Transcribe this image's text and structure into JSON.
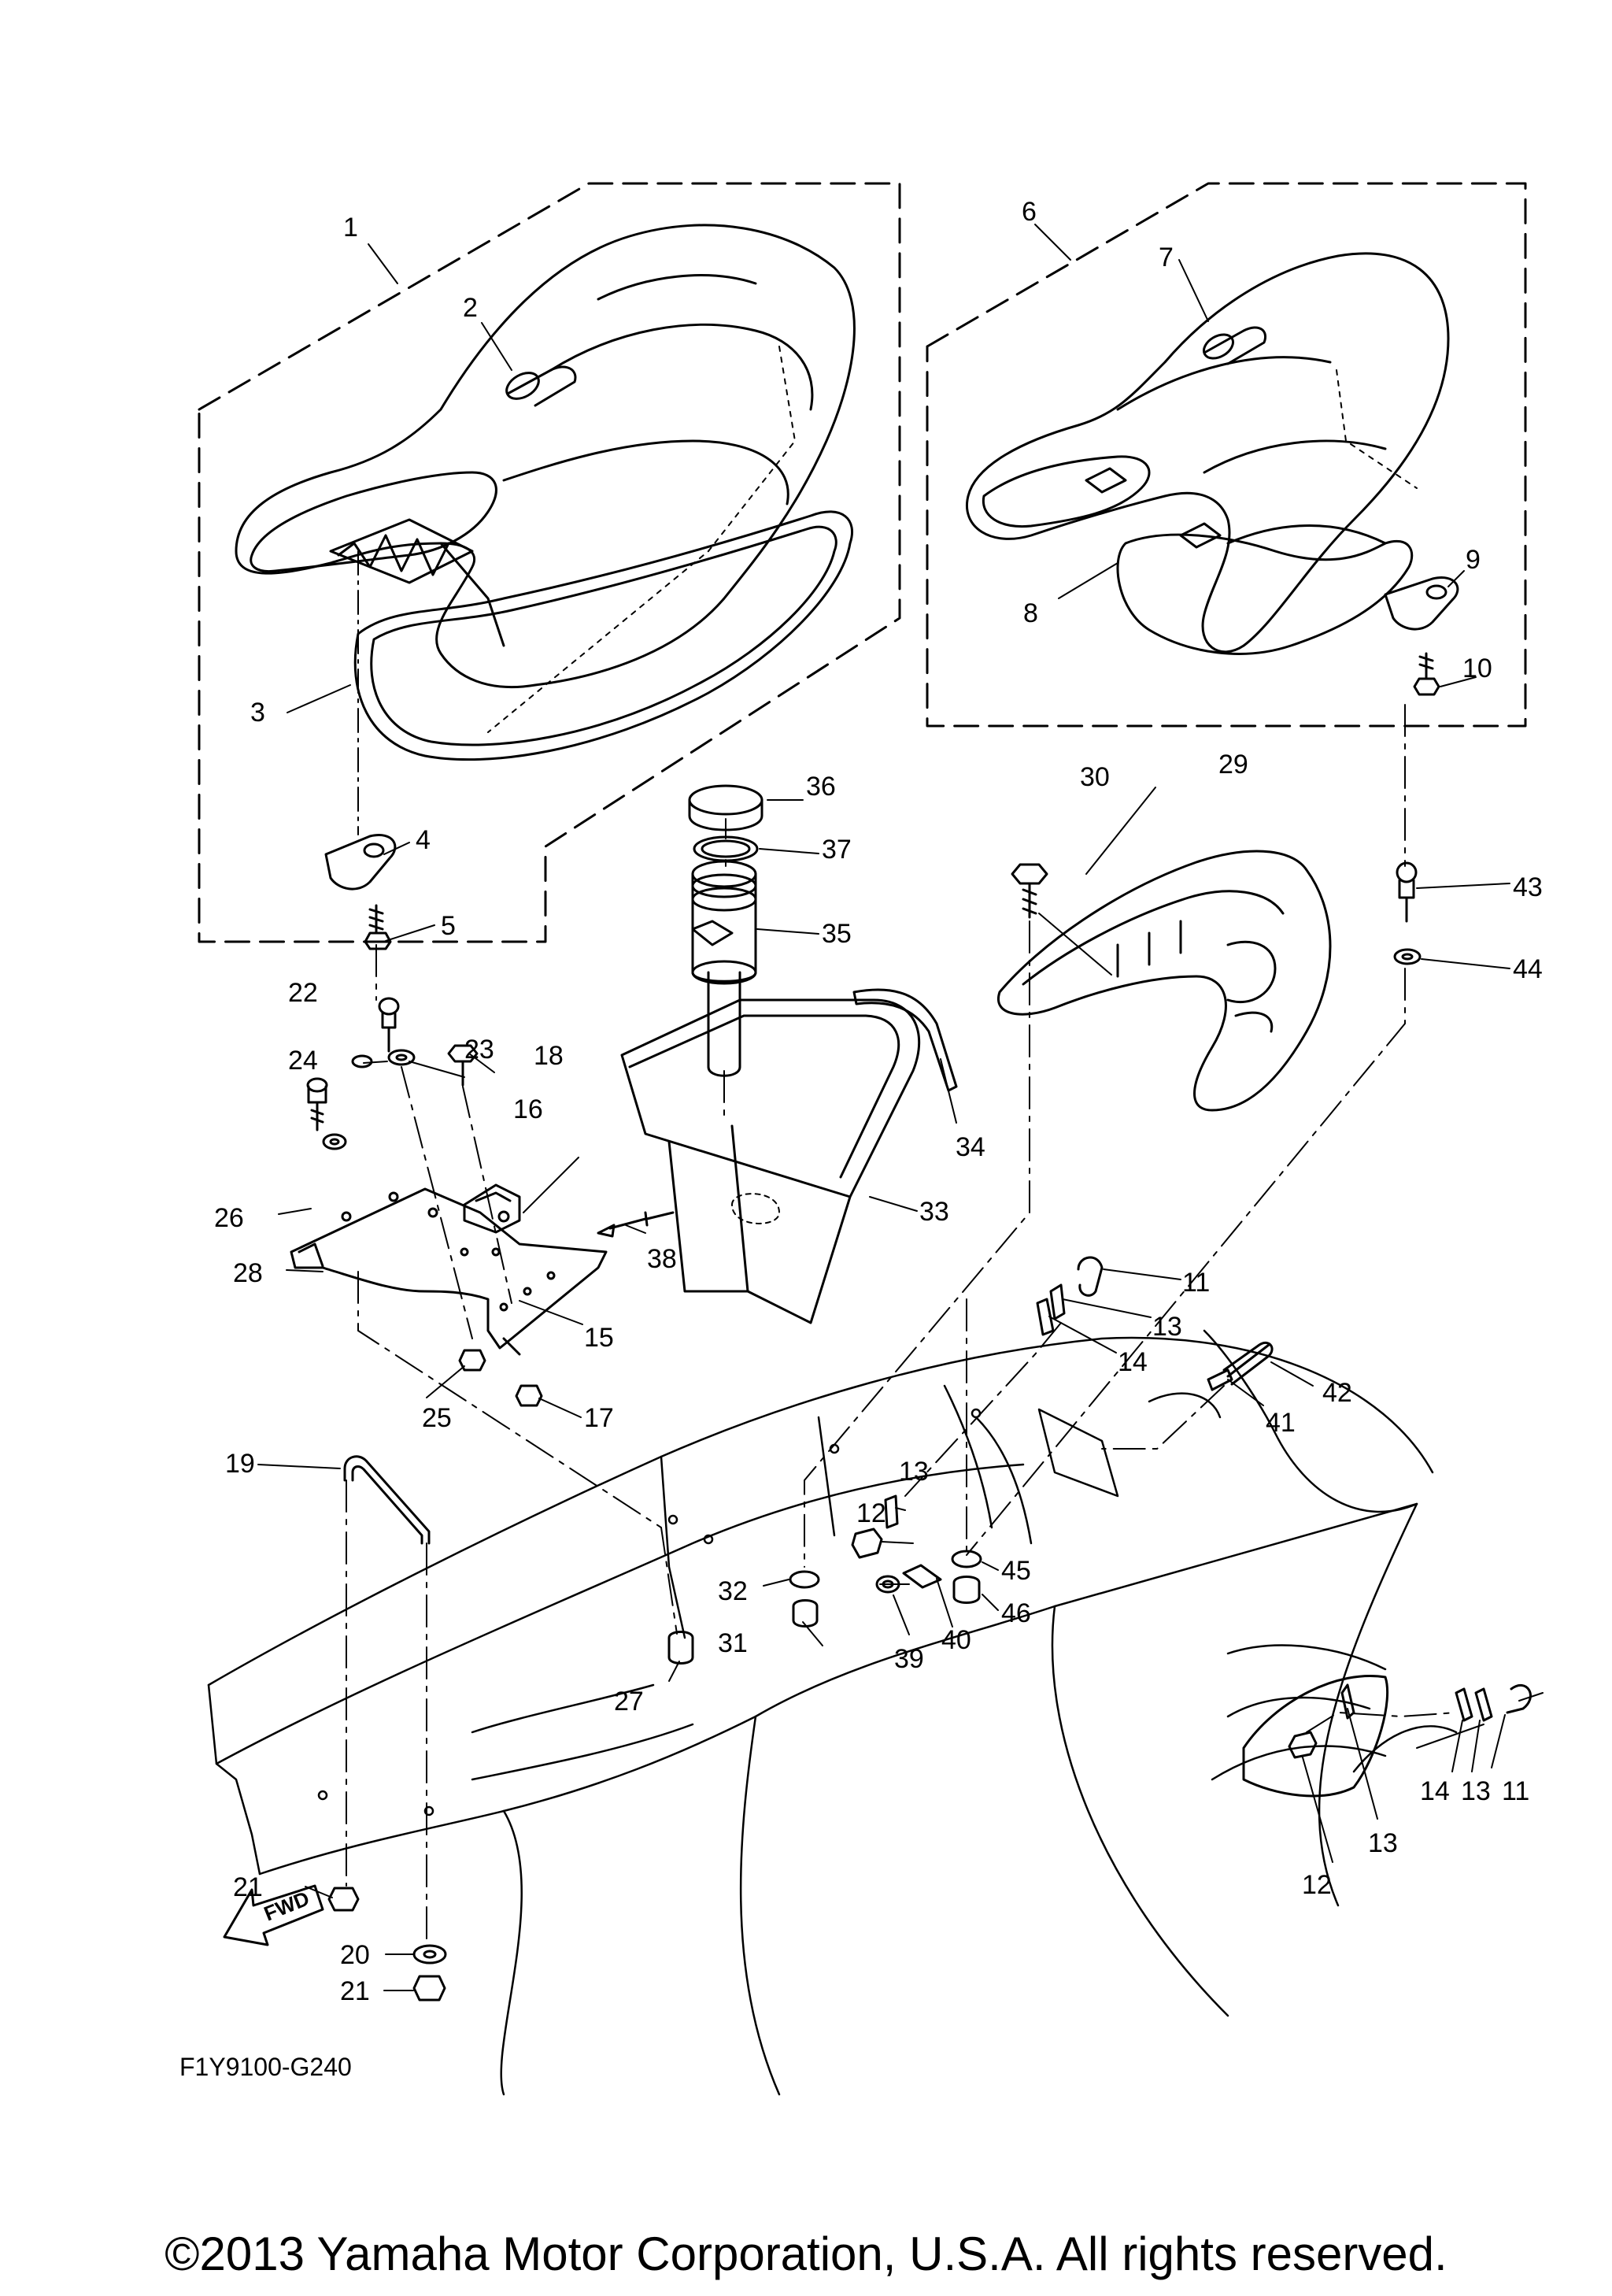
{
  "diagram": {
    "drawing_code": "F1Y9100-G240",
    "direction_label": "FWD",
    "part_numbers": [
      "1",
      "2",
      "3",
      "4",
      "5",
      "6",
      "7",
      "8",
      "9",
      "10",
      "11",
      "12",
      "13",
      "14",
      "15",
      "16",
      "17",
      "18",
      "19",
      "20",
      "21",
      "22",
      "23",
      "24",
      "25",
      "26",
      "27",
      "28",
      "29",
      "30",
      "31",
      "32",
      "33",
      "34",
      "35",
      "36",
      "37",
      "38",
      "39",
      "40",
      "41",
      "42",
      "43",
      "44",
      "45",
      "46"
    ],
    "callouts": [
      {
        "id": "1",
        "label": "1"
      },
      {
        "id": "2",
        "label": "2"
      },
      {
        "id": "3",
        "label": "3"
      },
      {
        "id": "4",
        "label": "4"
      },
      {
        "id": "5",
        "label": "5"
      },
      {
        "id": "6",
        "label": "6"
      },
      {
        "id": "7",
        "label": "7"
      },
      {
        "id": "8",
        "label": "8"
      },
      {
        "id": "9",
        "label": "9"
      },
      {
        "id": "10",
        "label": "10"
      },
      {
        "id": "11a",
        "label": "11"
      },
      {
        "id": "11b",
        "label": "11"
      },
      {
        "id": "12a",
        "label": "12"
      },
      {
        "id": "12b",
        "label": "12"
      },
      {
        "id": "13a",
        "label": "13"
      },
      {
        "id": "13b",
        "label": "13"
      },
      {
        "id": "13c",
        "label": "13"
      },
      {
        "id": "13d",
        "label": "13"
      },
      {
        "id": "14a",
        "label": "14"
      },
      {
        "id": "14b",
        "label": "14"
      },
      {
        "id": "15",
        "label": "15"
      },
      {
        "id": "16",
        "label": "16"
      },
      {
        "id": "17",
        "label": "17"
      },
      {
        "id": "18",
        "label": "18"
      },
      {
        "id": "19",
        "label": "19"
      },
      {
        "id": "20",
        "label": "20"
      },
      {
        "id": "21a",
        "label": "21"
      },
      {
        "id": "21b",
        "label": "21"
      },
      {
        "id": "22",
        "label": "22"
      },
      {
        "id": "23",
        "label": "23"
      },
      {
        "id": "24",
        "label": "24"
      },
      {
        "id": "25",
        "label": "25"
      },
      {
        "id": "26",
        "label": "26"
      },
      {
        "id": "27",
        "label": "27"
      },
      {
        "id": "28",
        "label": "28"
      },
      {
        "id": "29",
        "label": "29"
      },
      {
        "id": "30",
        "label": "30"
      },
      {
        "id": "31",
        "label": "31"
      },
      {
        "id": "32",
        "label": "32"
      },
      {
        "id": "33",
        "label": "33"
      },
      {
        "id": "34",
        "label": "34"
      },
      {
        "id": "35",
        "label": "35"
      },
      {
        "id": "36",
        "label": "36"
      },
      {
        "id": "37",
        "label": "37"
      },
      {
        "id": "38",
        "label": "38"
      },
      {
        "id": "39",
        "label": "39"
      },
      {
        "id": "40",
        "label": "40"
      },
      {
        "id": "41",
        "label": "41"
      },
      {
        "id": "42",
        "label": "42"
      },
      {
        "id": "43",
        "label": "43"
      },
      {
        "id": "44",
        "label": "44"
      },
      {
        "id": "45",
        "label": "45"
      },
      {
        "id": "46",
        "label": "46"
      }
    ]
  },
  "footer": {
    "copyright": "©2013 Yamaha Motor Corporation, U.S.A. All rights reserved."
  },
  "colors": {
    "line": "#000000",
    "background": "#ffffff"
  }
}
